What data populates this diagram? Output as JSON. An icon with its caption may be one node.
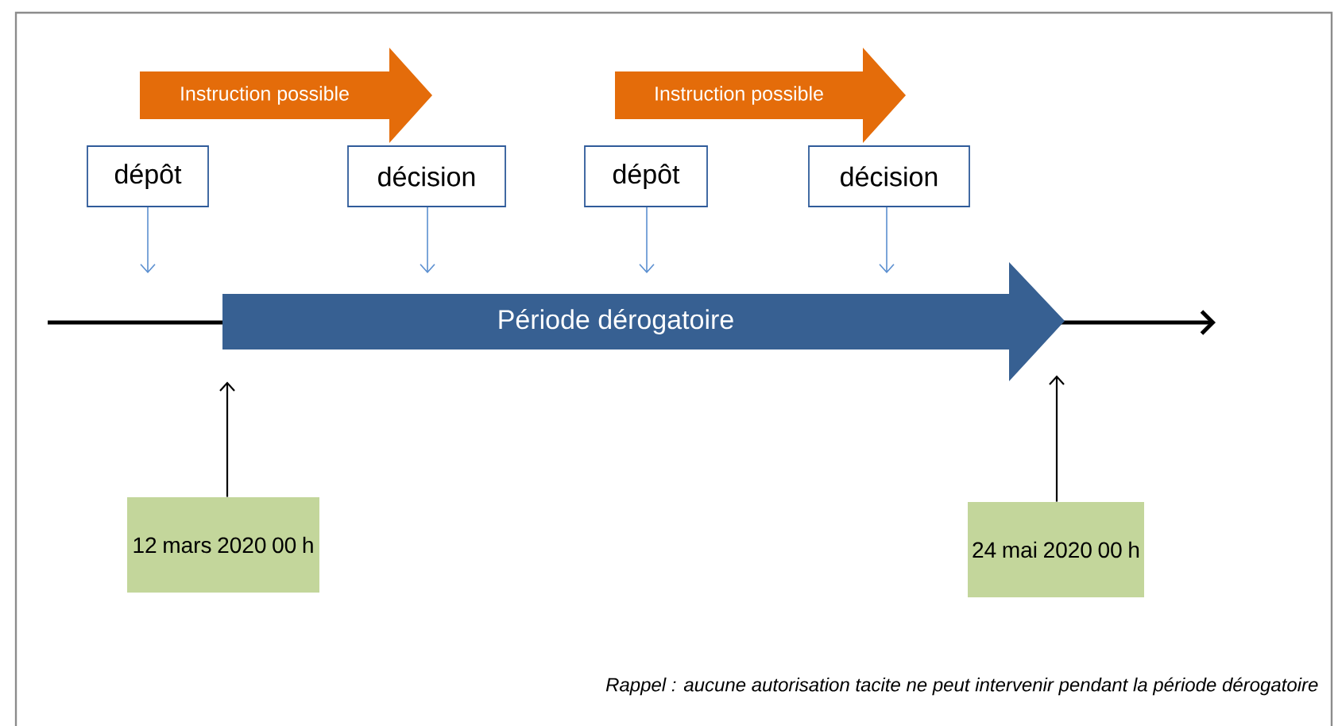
{
  "diagram": {
    "nodes": [
      {
        "text": [
          "Instruction possible"
        ]
      },
      {
        "text": [
          "Instruction possible"
        ]
      },
      {
        "text": [
          "dépôt"
        ]
      },
      {
        "text": [
          "décision"
        ]
      },
      {
        "text": [
          "dépôt"
        ]
      },
      {
        "text": [
          "décision"
        ]
      },
      {
        "text": [
          "Période dérogatoire"
        ]
      },
      {
        "text": [
          "12 mars 2020 00 h"
        ]
      },
      {
        "text": [
          "24 mai 2020 00 h"
        ]
      }
    ],
    "edges": [
      {
        "from": 2,
        "to": null,
        "arrow": "to"
      },
      {
        "from": 3,
        "to": null,
        "arrow": "to"
      },
      {
        "from": 4,
        "to": null,
        "arrow": "to"
      },
      {
        "from": 5,
        "to": null,
        "arrow": "to"
      },
      {
        "from": 7,
        "to": 6,
        "arrow": "to",
        "color": "#000000"
      },
      {
        "from": 8,
        "to": 6,
        "arrow": "to",
        "color": "#000000"
      }
    ],
    "labels": [
      "Rappel : aucune autorisation tacite ne peut intervenir pendant la période dérogatoire"
    ]
  }
}
